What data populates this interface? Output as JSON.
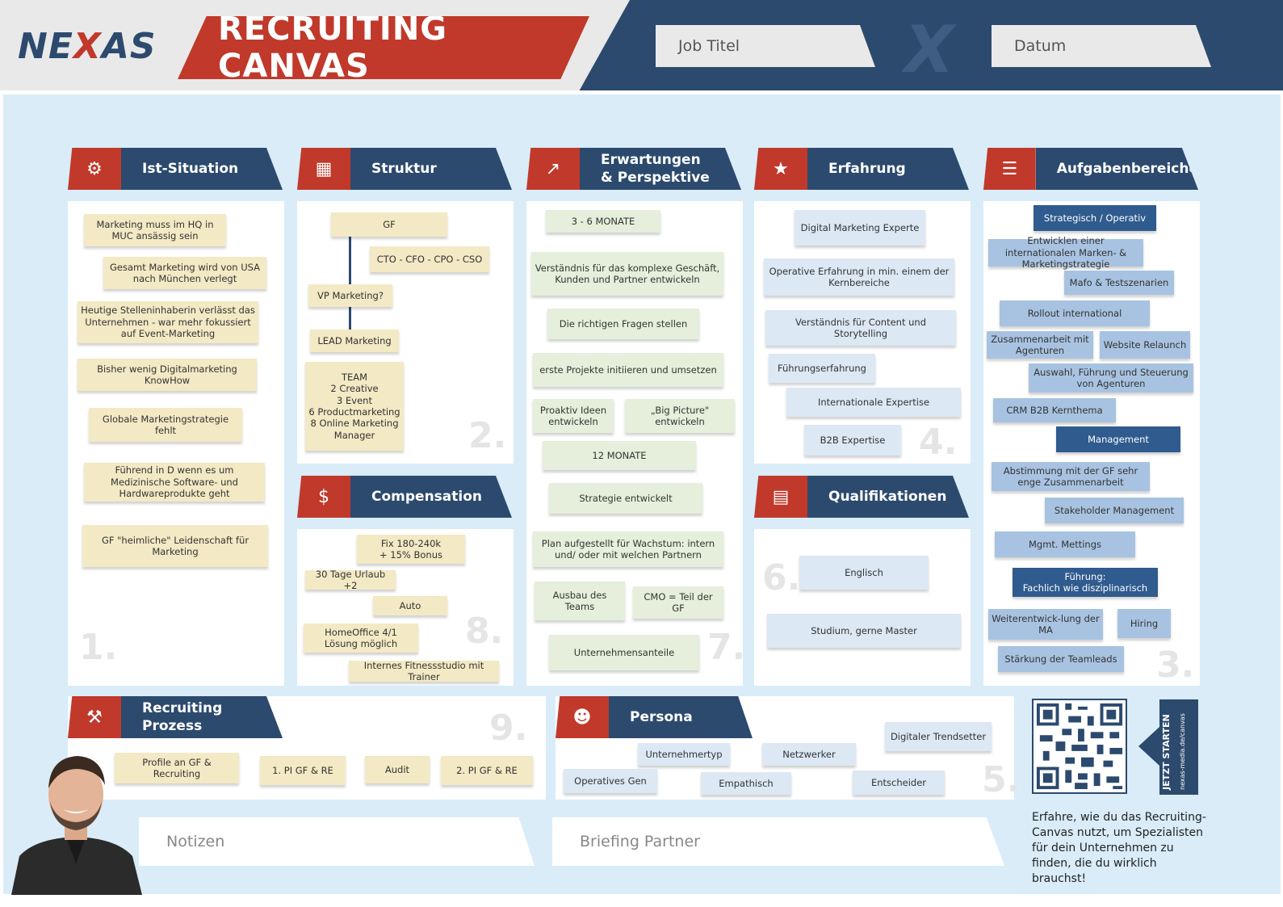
{
  "header": {
    "logo": "NEXAS",
    "title": "RECRUITING CANVAS",
    "job_field": "Job Titel",
    "date_field": "Datum"
  },
  "sections": {
    "ist": {
      "title": "Ist-Situation",
      "number": "1.",
      "notes": [
        "Marketing muss im HQ in MUC ansässig sein",
        "Gesamt Marketing wird von USA nach München verlegt",
        "Heutige Stelleninhaberin verlässt das Unternehmen - war mehr fokussiert auf Event-Marketing",
        "Bisher wenig Digitalmarketing KnowHow",
        "Globale Marketingstrategie fehlt",
        "Führend in D wenn es um Medizinische Software- und Hardwareprodukte geht",
        "GF \"heimliche\" Leidenschaft für Marketing"
      ]
    },
    "struktur": {
      "title": "Struktur",
      "number": "2.",
      "notes": [
        "GF",
        "CTO - CFO - CPO - CSO",
        "VP Marketing?",
        "LEAD Marketing",
        "TEAM\n2 Creative\n3 Event\n6 Productmarketing\n8 Online Marketing Manager"
      ]
    },
    "erwartungen": {
      "title": "Erwartungen\n& Perspektive",
      "number": "7.",
      "notes": [
        "3 - 6 MONATE",
        "Verständnis für das komplexe Geschäft, Kunden und Partner entwickeln",
        "Die richtigen Fragen stellen",
        "erste Projekte initiieren und umsetzen",
        "Proaktiv Ideen entwickeln",
        "„Big Picture\" entwickeln",
        "12 MONATE",
        "Strategie entwickelt",
        "Plan aufgestellt für Wachstum: intern und/ oder mit welchen Partnern",
        "Ausbau des Teams",
        "CMO = Teil der GF",
        "Unternehmensanteile"
      ]
    },
    "erfahrung": {
      "title": "Erfahrung",
      "number": "4.",
      "notes": [
        "Digital Marketing Experte",
        "Operative Erfahrung in min. einem der Kernbereiche",
        "Verständnis für Content und Storytelling",
        "Führungserfahrung",
        "Internationale Expertise",
        "B2B Expertise"
      ]
    },
    "aufgaben": {
      "title": "Aufgabenbereiche",
      "number": "3.",
      "notes": [
        "Strategisch / Operativ",
        "Entwicklen einer internationalen Marken- & Marketingstrategie",
        "Mafo & Testszenarien",
        "Rollout international",
        "Zusammenarbeit mit Agenturen",
        "Website Relaunch",
        "Auswahl, Führung und Steuerung von Agenturen",
        "CRM B2B Kernthema",
        "Management",
        "Abstimmung mit der GF sehr enge Zusammenarbeit",
        "Stakeholder Management",
        "Mgmt. Mettings",
        "Führung:\nFachlich wie disziplinarisch",
        "Weiterentwick-lung der MA",
        "Hiring",
        "Stärkung der Teamleads"
      ]
    },
    "compensation": {
      "title": "Compensation",
      "number": "8.",
      "notes": [
        "Fix 180-240k\n+ 15% Bonus",
        "30 Tage Urlaub +2",
        "Auto",
        "HomeOffice 4/1 Lösung möglich",
        "Internes Fitnessstudio mit Trainer"
      ]
    },
    "qualifikationen": {
      "title": "Qualifikationen",
      "number": "6.",
      "notes": [
        "Englisch",
        "Studium, gerne Master"
      ]
    },
    "recruiting": {
      "title": "Recruiting Prozess",
      "number": "9.",
      "notes": [
        "Profile an GF & Recruiting",
        "1. PI GF & RE",
        "Audit",
        "2. PI GF & RE"
      ]
    },
    "persona": {
      "title": "Persona",
      "number": "5.",
      "notes": [
        "Digitaler Trendsetter",
        "Unternehmertyp",
        "Netzwerker",
        "Operatives Gen",
        "Empathisch",
        "Entscheider"
      ]
    }
  },
  "footer": {
    "notizen": "Notizen",
    "briefing": "Briefing Partner",
    "jetzt": "JETZT STARTEN",
    "url": "nexas-media.de/canvas",
    "promo": "Erfahre, wie du das Recruiting-Canvas nutzt, um Spezialisten für dein Unternehmen zu finden, die du wirklich brauchst!"
  },
  "colors": {
    "red": "#c0392b",
    "navy": "#2c4a6e",
    "light": "#d9ecf8"
  }
}
